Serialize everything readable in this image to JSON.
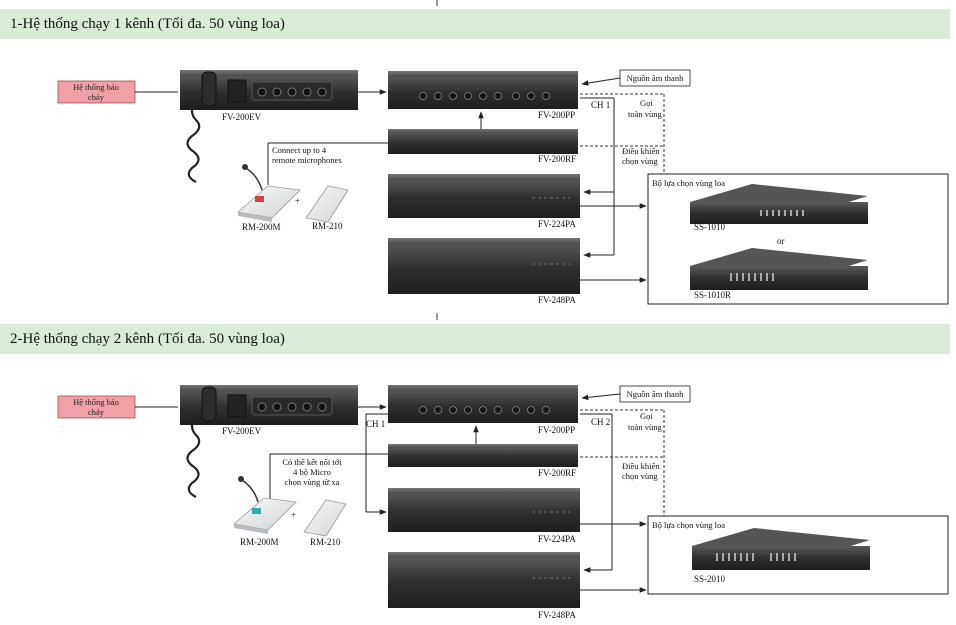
{
  "section1": {
    "title": "1-Hệ thống chạy 1 kênh   (Tối đa. 50 vùng loa)",
    "fire_alarm": [
      "Hệ thống báo",
      "cháy"
    ],
    "fv200ev": "FV-200EV",
    "fv200pp": "FV-200PP",
    "fv200rf": "FV-200RF",
    "fv224pa": "FV-224PA",
    "fv248pa": "FV-248PA",
    "rm200m": "RM-200M",
    "rm210": "RM-210",
    "plus": "+",
    "remote_note": [
      "Connect up to 4",
      "remote microphones"
    ],
    "audio_source": "Nguồn âm thanh",
    "ch": "CH 1",
    "all_call": [
      "Gọi",
      "toàn vùng"
    ],
    "zone_control": [
      "Điều khiển",
      "chọn vùng"
    ],
    "selector_title": "Bộ lựa chọn vùng loa",
    "ss1010": "SS-1010",
    "or": "or",
    "ss1010r": "SS-1010R"
  },
  "section2": {
    "title": "2-Hệ thống chạy 2 kênh   (Tối đa. 50 vùng loa)",
    "fire_alarm": [
      "Hệ thống báo",
      "cháy"
    ],
    "fv200ev": "FV-200EV",
    "fv200pp": "FV-200PP",
    "fv200rf": "FV-200RF",
    "fv224pa": "FV-224PA",
    "fv248pa": "FV-248PA",
    "rm200m": "RM-200M",
    "rm210": "RM-210",
    "plus": "+",
    "remote_note": [
      "Có thể kết nối tới",
      "4 bộ Micro",
      "chọn vùng từ xa"
    ],
    "audio_source": "Nguồn âm thanh",
    "ch1": "CH 1",
    "ch2": "CH 2",
    "all_call": [
      "Gọi",
      "toàn vùng"
    ],
    "zone_control": [
      "Điều khiển",
      "chọn vùng"
    ],
    "selector_title": "Bộ lựa chọn vùng loa",
    "ss2010": "SS-2010"
  },
  "colors": {
    "header_bg": "#d8ecd8",
    "alarm_fill": "#f2a0a8",
    "device_dark": "#3a3a3a",
    "line": "#222222"
  }
}
